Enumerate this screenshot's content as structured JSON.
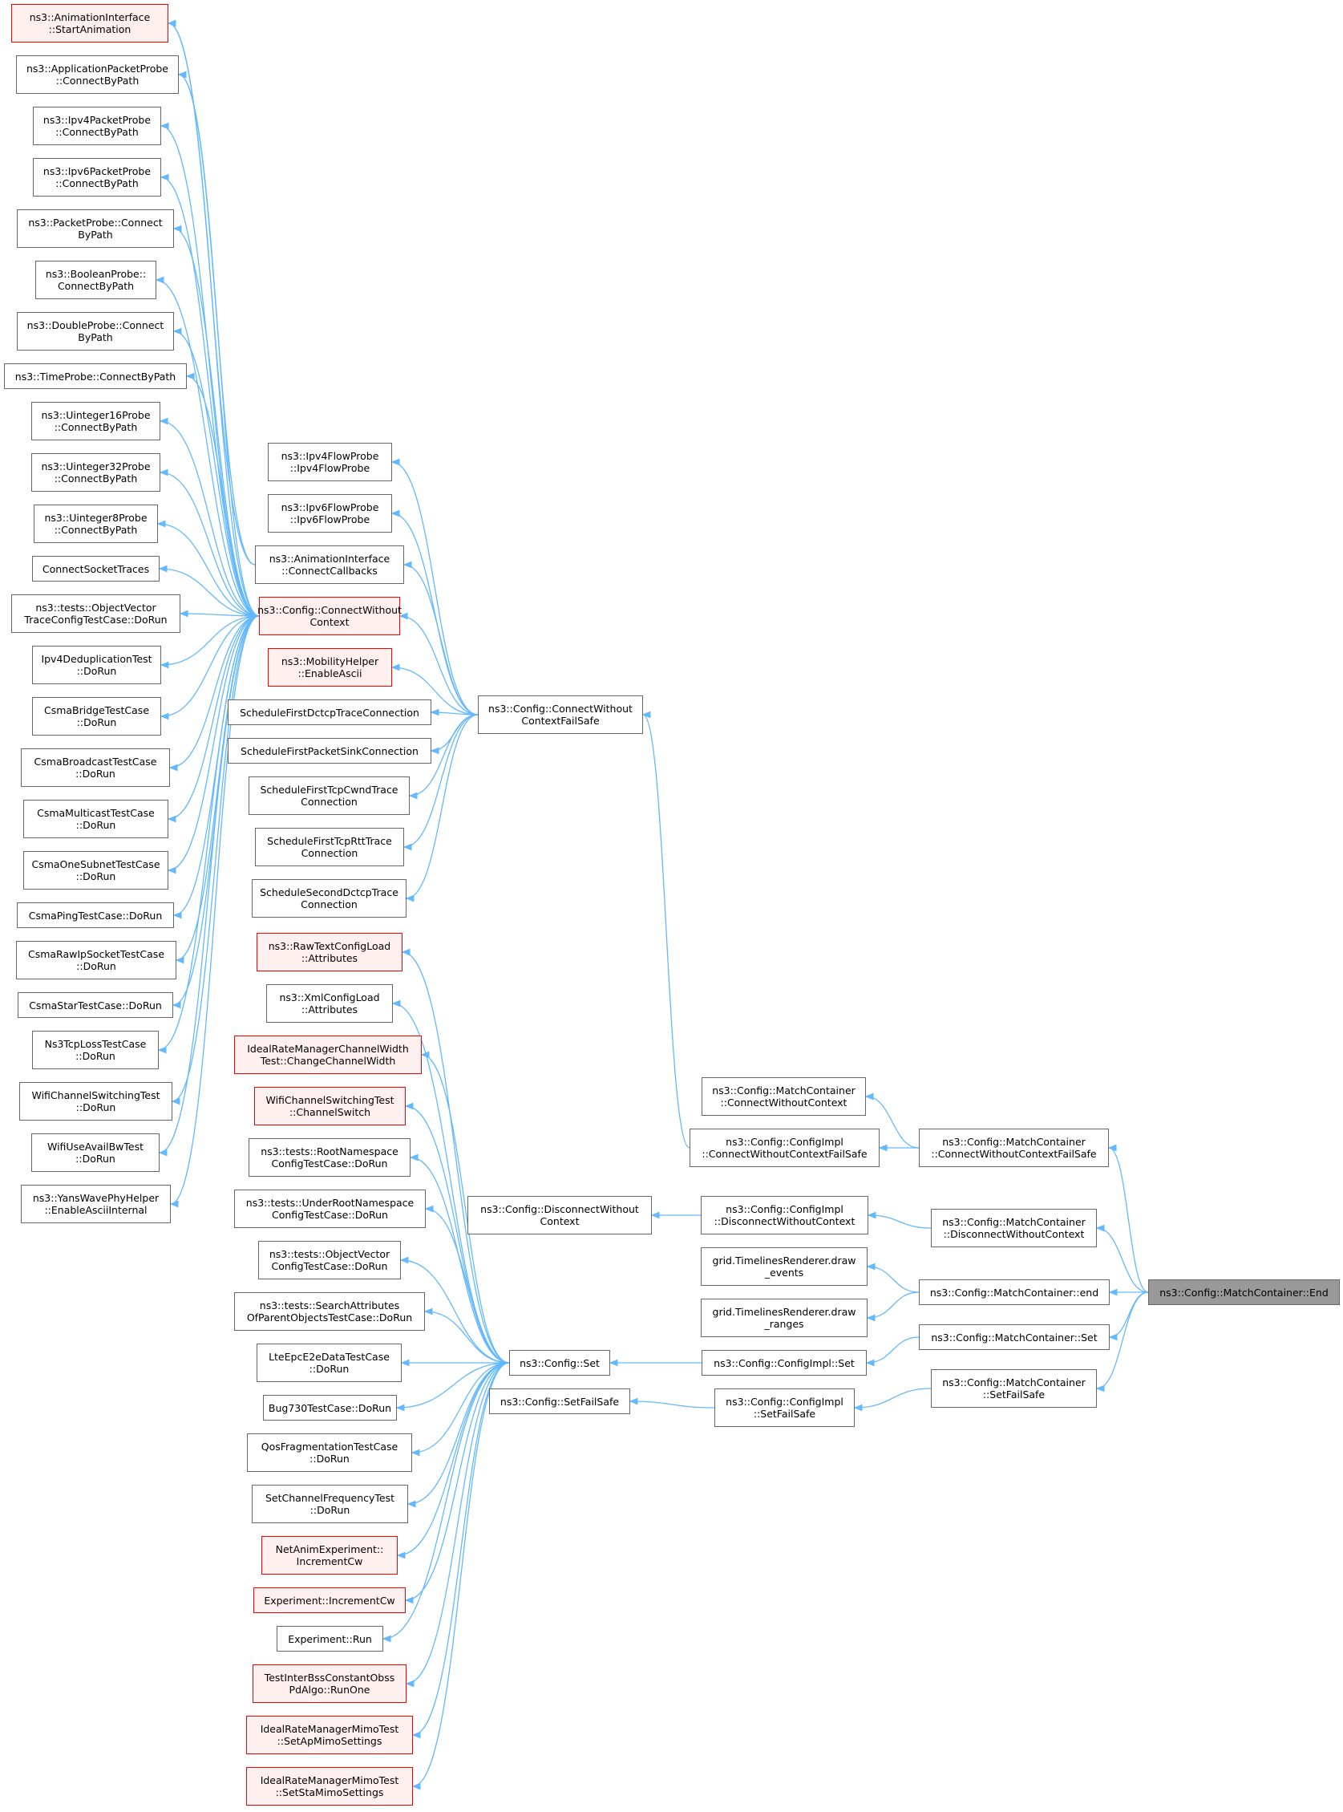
{
  "focus": "end",
  "nodes": {
    "startanim": {
      "lines": [
        "ns3::AnimationInterface",
        "::StartAnimation"
      ],
      "style": "red"
    },
    "appprobe": {
      "lines": [
        "ns3::ApplicationPacketProbe",
        "::ConnectByPath"
      ],
      "style": "normal"
    },
    "ipv4pp": {
      "lines": [
        "ns3::Ipv4PacketProbe",
        "::ConnectByPath"
      ],
      "style": "normal"
    },
    "ipv6pp": {
      "lines": [
        "ns3::Ipv6PacketProbe",
        "::ConnectByPath"
      ],
      "style": "normal"
    },
    "packetprobe": {
      "lines": [
        "ns3::PacketProbe::Connect",
        "ByPath"
      ],
      "style": "normal"
    },
    "boolprobe": {
      "lines": [
        "ns3::BooleanProbe::",
        "ConnectByPath"
      ],
      "style": "normal"
    },
    "doubleprobe": {
      "lines": [
        "ns3::DoubleProbe::Connect",
        "ByPath"
      ],
      "style": "normal"
    },
    "timeprobe": {
      "lines": [
        "ns3::TimeProbe::ConnectByPath"
      ],
      "style": "normal"
    },
    "u16probe": {
      "lines": [
        "ns3::Uinteger16Probe",
        "::ConnectByPath"
      ],
      "style": "normal"
    },
    "u32probe": {
      "lines": [
        "ns3::Uinteger32Probe",
        "::ConnectByPath"
      ],
      "style": "normal"
    },
    "u8probe": {
      "lines": [
        "ns3::Uinteger8Probe",
        "::ConnectByPath"
      ],
      "style": "normal"
    },
    "connsock": {
      "lines": [
        "ConnectSocketTraces"
      ],
      "style": "normal"
    },
    "objvectrace": {
      "lines": [
        "ns3::tests::ObjectVector",
        "TraceConfigTestCase::DoRun"
      ],
      "style": "normal"
    },
    "ipv4dedup": {
      "lines": [
        "Ipv4DeduplicationTest",
        "::DoRun"
      ],
      "style": "normal"
    },
    "csmabridge": {
      "lines": [
        "CsmaBridgeTestCase",
        "::DoRun"
      ],
      "style": "normal"
    },
    "csmabcast": {
      "lines": [
        "CsmaBroadcastTestCase",
        "::DoRun"
      ],
      "style": "normal"
    },
    "csmamcast": {
      "lines": [
        "CsmaMulticastTestCase",
        "::DoRun"
      ],
      "style": "normal"
    },
    "csmaone": {
      "lines": [
        "CsmaOneSubnetTestCase",
        "::DoRun"
      ],
      "style": "normal"
    },
    "csmaping": {
      "lines": [
        "CsmaPingTestCase::DoRun"
      ],
      "style": "normal"
    },
    "csmaraw": {
      "lines": [
        "CsmaRawIpSocketTestCase",
        "::DoRun"
      ],
      "style": "normal"
    },
    "csmastar": {
      "lines": [
        "CsmaStarTestCase::DoRun"
      ],
      "style": "normal"
    },
    "ns3tcploss": {
      "lines": [
        "Ns3TcpLossTestCase",
        "::DoRun"
      ],
      "style": "normal"
    },
    "wifichtest": {
      "lines": [
        "WifiChannelSwitchingTest",
        "::DoRun"
      ],
      "style": "normal"
    },
    "wifiavail": {
      "lines": [
        "WifiUseAvailBwTest",
        "::DoRun"
      ],
      "style": "normal"
    },
    "yanswave": {
      "lines": [
        "ns3::YansWavePhyHelper",
        "::EnableAsciiInternal"
      ],
      "style": "normal"
    },
    "ipv4flow": {
      "lines": [
        "ns3::Ipv4FlowProbe",
        "::Ipv4FlowProbe"
      ],
      "style": "normal"
    },
    "ipv6flow": {
      "lines": [
        "ns3::Ipv6FlowProbe",
        "::Ipv6FlowProbe"
      ],
      "style": "normal"
    },
    "conncb": {
      "lines": [
        "ns3::AnimationInterface",
        "::ConnectCallbacks"
      ],
      "style": "normal"
    },
    "cwc": {
      "lines": [
        "ns3::Config::ConnectWithout",
        "Context"
      ],
      "style": "red"
    },
    "mobility": {
      "lines": [
        "ns3::MobilityHelper",
        "::EnableAscii"
      ],
      "style": "red"
    },
    "sfdctcp": {
      "lines": [
        "ScheduleFirstDctcpTraceConnection"
      ],
      "style": "normal"
    },
    "sfpsink": {
      "lines": [
        "ScheduleFirstPacketSinkConnection"
      ],
      "style": "normal"
    },
    "sftcpcwnd": {
      "lines": [
        "ScheduleFirstTcpCwndTrace",
        "Connection"
      ],
      "style": "normal"
    },
    "sftcprtt": {
      "lines": [
        "ScheduleFirstTcpRttTrace",
        "Connection"
      ],
      "style": "normal"
    },
    "ssdctcp": {
      "lines": [
        "ScheduleSecondDctcpTrace",
        "Connection"
      ],
      "style": "normal"
    },
    "cwcfs": {
      "lines": [
        "ns3::Config::ConnectWithout",
        "ContextFailSafe"
      ],
      "style": "normal"
    },
    "rawtext": {
      "lines": [
        "ns3::RawTextConfigLoad",
        "::Attributes"
      ],
      "style": "red"
    },
    "xmlconfig": {
      "lines": [
        "ns3::XmlConfigLoad",
        "::Attributes"
      ],
      "style": "normal"
    },
    "idealchw": {
      "lines": [
        "IdealRateManagerChannelWidth",
        "Test::ChangeChannelWidth"
      ],
      "style": "red"
    },
    "wifichsw": {
      "lines": [
        "WifiChannelSwitchingTest",
        "::ChannelSwitch"
      ],
      "style": "red"
    },
    "rootns": {
      "lines": [
        "ns3::tests::RootNamespace",
        "ConfigTestCase::DoRun"
      ],
      "style": "normal"
    },
    "underroot": {
      "lines": [
        "ns3::tests::UnderRootNamespace",
        "ConfigTestCase::DoRun"
      ],
      "style": "normal"
    },
    "objvecconf": {
      "lines": [
        "ns3::tests::ObjectVector",
        "ConfigTestCase::DoRun"
      ],
      "style": "normal"
    },
    "searchattr": {
      "lines": [
        "ns3::tests::SearchAttributes",
        "OfParentObjectsTestCase::DoRun"
      ],
      "style": "normal"
    },
    "lteepc": {
      "lines": [
        "LteEpcE2eDataTestCase",
        "::DoRun"
      ],
      "style": "normal"
    },
    "bug730": {
      "lines": [
        "Bug730TestCase::DoRun"
      ],
      "style": "normal"
    },
    "qosfrag": {
      "lines": [
        "QosFragmentationTestCase",
        "::DoRun"
      ],
      "style": "normal"
    },
    "setchfreq": {
      "lines": [
        "SetChannelFrequencyTest",
        "::DoRun"
      ],
      "style": "normal"
    },
    "netanim": {
      "lines": [
        "NetAnimExperiment::",
        "IncrementCw"
      ],
      "style": "red"
    },
    "expinc": {
      "lines": [
        "Experiment::IncrementCw"
      ],
      "style": "red"
    },
    "exprun": {
      "lines": [
        "Experiment::Run"
      ],
      "style": "normal"
    },
    "testinter": {
      "lines": [
        "TestInterBssConstantObss",
        "PdAlgo::RunOne"
      ],
      "style": "red"
    },
    "idealap": {
      "lines": [
        "IdealRateManagerMimoTest",
        "::SetApMimoSettings"
      ],
      "style": "red"
    },
    "idealsta": {
      "lines": [
        "IdealRateManagerMimoTest",
        "::SetStaMimoSettings"
      ],
      "style": "red"
    },
    "configset": {
      "lines": [
        "ns3::Config::Set"
      ],
      "style": "normal"
    },
    "setfailsafe": {
      "lines": [
        "ns3::Config::SetFailSafe"
      ],
      "style": "normal"
    },
    "disconnwc": {
      "lines": [
        "ns3::Config::DisconnectWithout",
        "Context"
      ],
      "style": "normal"
    },
    "mccwc": {
      "lines": [
        "ns3::Config::MatchContainer",
        "::ConnectWithoutContext"
      ],
      "style": "normal"
    },
    "ciconnfs": {
      "lines": [
        "ns3::Config::ConfigImpl",
        "::ConnectWithoutContextFailSafe"
      ],
      "style": "normal"
    },
    "cidisc": {
      "lines": [
        "ns3::Config::ConfigImpl",
        "::DisconnectWithoutContext"
      ],
      "style": "normal"
    },
    "gridevents": {
      "lines": [
        "grid.TimelinesRenderer.draw",
        "_events"
      ],
      "style": "normal"
    },
    "gridranges": {
      "lines": [
        "grid.TimelinesRenderer.draw",
        "_ranges"
      ],
      "style": "normal"
    },
    "ciset": {
      "lines": [
        "ns3::Config::ConfigImpl::Set"
      ],
      "style": "normal"
    },
    "cisetfs": {
      "lines": [
        "ns3::Config::ConfigImpl",
        "::SetFailSafe"
      ],
      "style": "normal"
    },
    "mccwcfs": {
      "lines": [
        "ns3::Config::MatchContainer",
        "::ConnectWithoutContextFailSafe"
      ],
      "style": "normal"
    },
    "mcdisc": {
      "lines": [
        "ns3::Config::MatchContainer",
        "::DisconnectWithoutContext"
      ],
      "style": "normal"
    },
    "mcend": {
      "lines": [
        "ns3::Config::MatchContainer::end"
      ],
      "style": "normal"
    },
    "mcset": {
      "lines": [
        "ns3::Config::MatchContainer::Set"
      ],
      "style": "normal"
    },
    "mcsetfs": {
      "lines": [
        "ns3::Config::MatchContainer",
        "::SetFailSafe"
      ],
      "style": "normal"
    },
    "end": {
      "lines": [
        "ns3::Config::MatchContainer::End"
      ],
      "style": "focus"
    }
  },
  "edges": [
    [
      "startanim",
      "cwc"
    ],
    [
      "appprobe",
      "cwc"
    ],
    [
      "ipv4pp",
      "cwc"
    ],
    [
      "ipv6pp",
      "cwc"
    ],
    [
      "packetprobe",
      "cwc"
    ],
    [
      "boolprobe",
      "cwc"
    ],
    [
      "doubleprobe",
      "cwc"
    ],
    [
      "timeprobe",
      "cwc"
    ],
    [
      "u16probe",
      "cwc"
    ],
    [
      "u32probe",
      "cwc"
    ],
    [
      "u8probe",
      "cwc"
    ],
    [
      "connsock",
      "cwc"
    ],
    [
      "objvectrace",
      "cwc"
    ],
    [
      "ipv4dedup",
      "cwc"
    ],
    [
      "csmabridge",
      "cwc"
    ],
    [
      "csmabcast",
      "cwc"
    ],
    [
      "csmamcast",
      "cwc"
    ],
    [
      "csmaone",
      "cwc"
    ],
    [
      "csmaping",
      "cwc"
    ],
    [
      "csmaraw",
      "cwc"
    ],
    [
      "csmastar",
      "cwc"
    ],
    [
      "ns3tcploss",
      "cwc"
    ],
    [
      "wifichtest",
      "cwc"
    ],
    [
      "wifiavail",
      "cwc"
    ],
    [
      "yanswave",
      "cwc"
    ],
    [
      "startanim",
      "conncb"
    ],
    [
      "appprobe",
      "conncb"
    ],
    [
      "ipv4flow",
      "cwcfs"
    ],
    [
      "ipv6flow",
      "cwcfs"
    ],
    [
      "conncb",
      "cwcfs"
    ],
    [
      "cwc",
      "cwcfs"
    ],
    [
      "mobility",
      "cwcfs"
    ],
    [
      "sfdctcp",
      "cwcfs"
    ],
    [
      "sfpsink",
      "cwcfs"
    ],
    [
      "sftcpcwnd",
      "cwcfs"
    ],
    [
      "sftcprtt",
      "cwcfs"
    ],
    [
      "ssdctcp",
      "cwcfs"
    ],
    [
      "rawtext",
      "configset"
    ],
    [
      "xmlconfig",
      "configset"
    ],
    [
      "idealchw",
      "configset"
    ],
    [
      "wifichsw",
      "configset"
    ],
    [
      "rootns",
      "configset"
    ],
    [
      "underroot",
      "configset"
    ],
    [
      "objvecconf",
      "configset"
    ],
    [
      "searchattr",
      "configset"
    ],
    [
      "lteepc",
      "configset"
    ],
    [
      "bug730",
      "configset"
    ],
    [
      "qosfrag",
      "configset"
    ],
    [
      "setchfreq",
      "configset"
    ],
    [
      "netanim",
      "configset"
    ],
    [
      "expinc",
      "configset"
    ],
    [
      "exprun",
      "configset"
    ],
    [
      "testinter",
      "configset"
    ],
    [
      "idealap",
      "configset"
    ],
    [
      "idealsta",
      "configset"
    ],
    [
      "cwcfs",
      "ciconnfs"
    ],
    [
      "disconnwc",
      "cidisc"
    ],
    [
      "configset",
      "ciset"
    ],
    [
      "setfailsafe",
      "cisetfs"
    ],
    [
      "mccwc",
      "mccwcfs"
    ],
    [
      "ciconnfs",
      "mccwcfs"
    ],
    [
      "cidisc",
      "mcdisc"
    ],
    [
      "gridevents",
      "mcend"
    ],
    [
      "gridranges",
      "mcend"
    ],
    [
      "ciset",
      "mcset"
    ],
    [
      "cisetfs",
      "mcsetfs"
    ],
    [
      "mccwcfs",
      "end"
    ],
    [
      "mcdisc",
      "end"
    ],
    [
      "mcend",
      "end"
    ],
    [
      "mcset",
      "end"
    ],
    [
      "mcsetfs",
      "end"
    ]
  ]
}
